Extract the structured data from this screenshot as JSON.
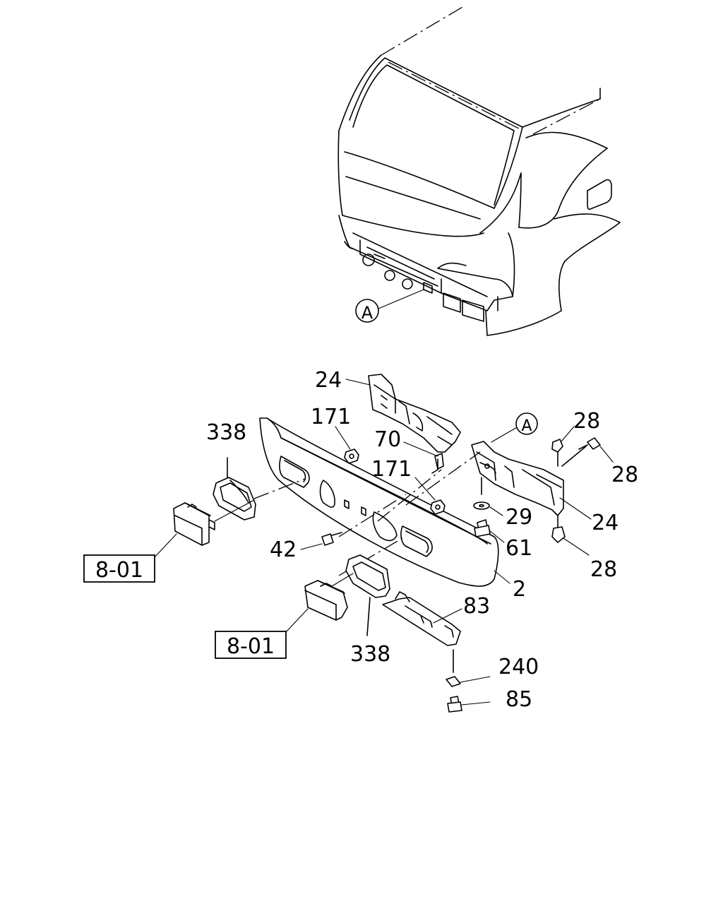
{
  "diagram": {
    "callout_letter": "A",
    "part_numbers": {
      "p24_top": "24",
      "p24_right": "24",
      "p338_top": "338",
      "p338_bottom": "338",
      "p171_left": "171",
      "p171_right": "171",
      "p70": "70",
      "p28_top": "28",
      "p28_right": "28",
      "p28_bottom": "28",
      "p29": "29",
      "p61": "61",
      "p42": "42",
      "p2": "2",
      "p83": "83",
      "p240": "240",
      "p85": "85"
    },
    "section_refs": {
      "ref_left": "8-01",
      "ref_bottom": "8-01"
    }
  }
}
